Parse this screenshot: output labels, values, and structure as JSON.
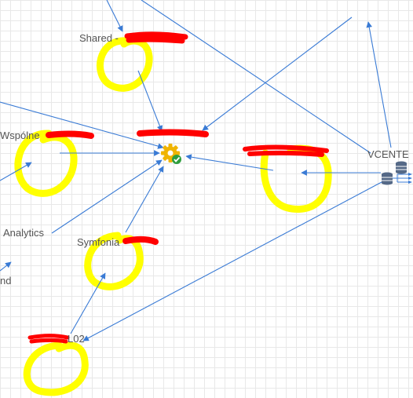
{
  "diagram": {
    "labels": {
      "shared": "Shared -",
      "wspolne": "Wspólne",
      "analytics": "Analytics",
      "symfonia": "Symfonia",
      "vcenter": "VCENTE",
      "nd": "nd",
      "l02": "L02"
    },
    "icons": {
      "central_node": "gear-check-icon",
      "vcenter_node": "database-server-icon"
    },
    "colors": {
      "edge": "#3a7bd5",
      "highlight": "#ffff00",
      "redaction": "#ff0000",
      "gear": "#f0b400",
      "check": "#2e9e3e"
    }
  }
}
